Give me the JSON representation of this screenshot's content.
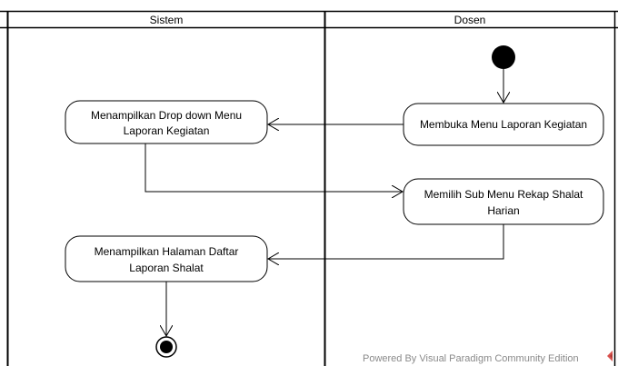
{
  "lanes": {
    "left_title": "Sistem",
    "right_title": "Dosen"
  },
  "activities": {
    "show_dropdown": {
      "line1": "Menampilkan Drop down Menu",
      "line2": "Laporan Kegiatan"
    },
    "open_menu": {
      "line1": "Membuka Menu Laporan Kegiatan"
    },
    "choose_submenu": {
      "line1": "Memilih Sub Menu Rekap Shalat",
      "line2": "Harian"
    },
    "show_list_page": {
      "line1": "Menampilkan Halaman Daftar",
      "line2": "Laporan Shalat"
    }
  },
  "watermark": {
    "text": "Powered By  Visual Paradigm Community Edition"
  },
  "colors": {
    "stroke": "#000000",
    "logo_red": "#d9534f"
  }
}
